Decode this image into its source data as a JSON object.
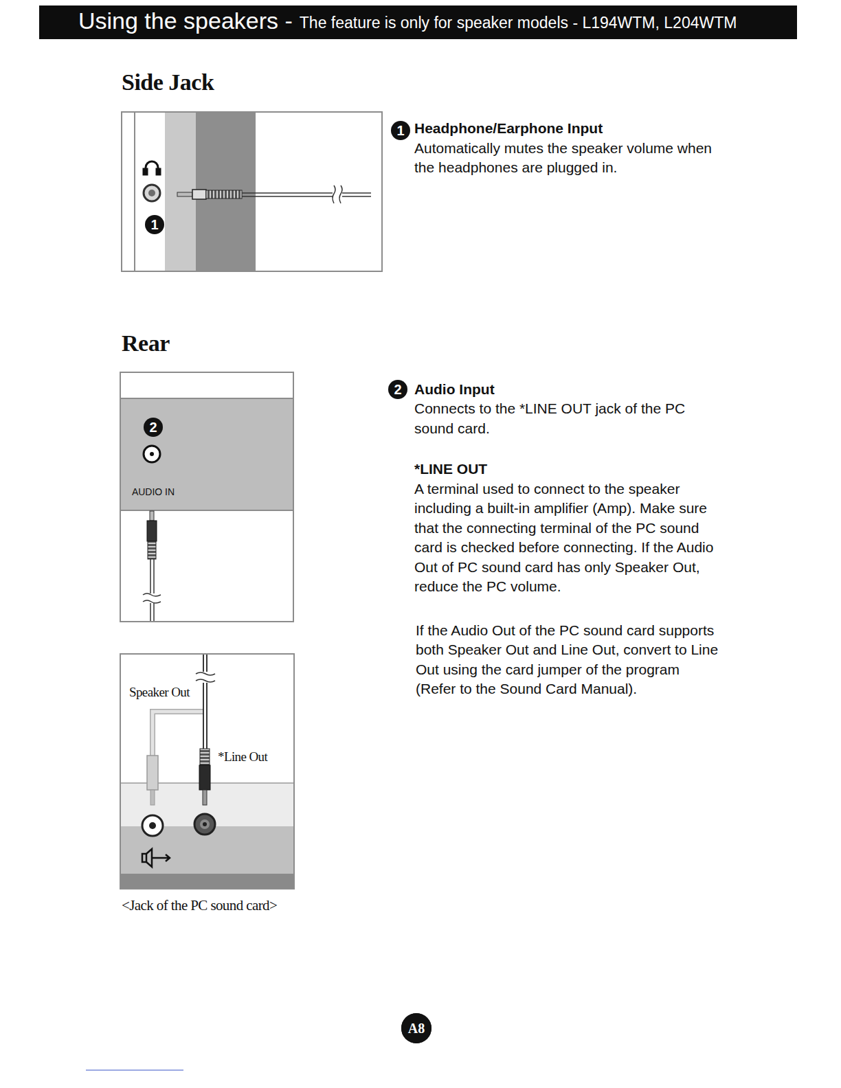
{
  "diagram": {
    "title": "Using the speakers -",
    "nodes": [
      {
        "text": [
          "1"
        ]
      },
      {
        "text": [
          "2",
          "AUDIO IN"
        ]
      },
      {
        "text": [
          "Speaker Out",
          "*Line Out"
        ]
      }
    ],
    "labels": [
      "The feature is only for speaker models - L194WTM, L204WTM",
      "Side Jack",
      "1",
      "Headphone/Earphone Input",
      "Automatically mutes the speaker volume when the headphones are plugged in.",
      "Rear",
      "2",
      "Audio Input",
      "Connects to the *LINE OUT jack of the PC sound card.",
      "*LINE OUT",
      "A terminal used to connect to the speaker including a built-in amplifier (Amp). Make sure that the connecting terminal of the PC sound card is checked before connecting. If the Audio Out of PC sound card has only Speaker Out, reduce the PC volume.",
      "If the Audio Out of the PC sound card supports both Speaker Out and Line Out, convert to Line Out using the card jumper of the program (Refer to the Sound Card Manual).",
      "<Jack of the PC sound card>",
      "A8"
    ]
  }
}
